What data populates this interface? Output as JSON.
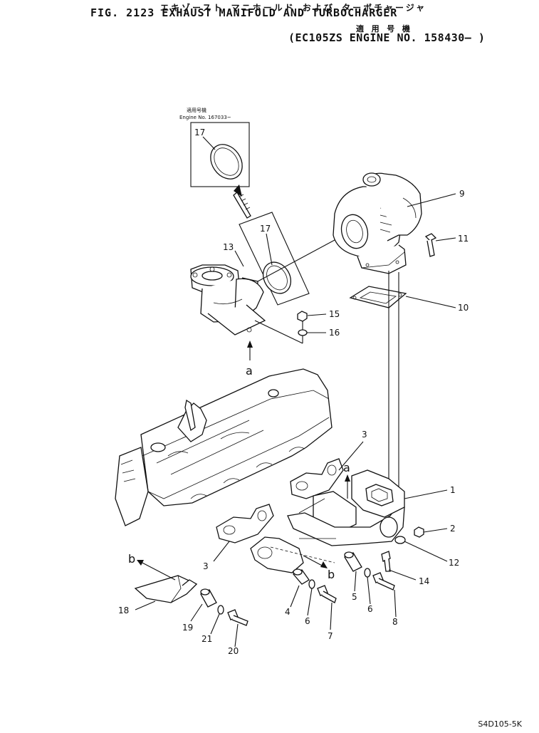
{
  "header": {
    "title_jp": "エキゾースト マニホールド および ターボチャージャ",
    "title_en": "FIG. 2123  EXHAUST MANIFOLD AND TURBOCHARGER",
    "applicable_jp": "適 用 号 機",
    "engine_range": "(EC105ZS  ENGINE  NO. 158430– )"
  },
  "inset": {
    "applicable_jp": "適用号機",
    "engine_no": "Engine No. 167033~"
  },
  "callouts": {
    "c1": "1",
    "c2": "2",
    "c3a": "3",
    "c3b": "3",
    "c4": "4",
    "c5": "5",
    "c6a": "6",
    "c6b": "6",
    "c7": "7",
    "c8": "8",
    "c9": "9",
    "c10": "10",
    "c11": "11",
    "c12": "12",
    "c13": "13",
    "c14": "14",
    "c15": "15",
    "c16": "16",
    "c17a": "17",
    "c17b": "17",
    "c18": "18",
    "c19": "19",
    "c20": "20",
    "c21": "21"
  },
  "refs": {
    "a1": "a",
    "a2": "a",
    "b1": "b",
    "b2": "b"
  },
  "footer": {
    "code": "S4D105-5K"
  }
}
